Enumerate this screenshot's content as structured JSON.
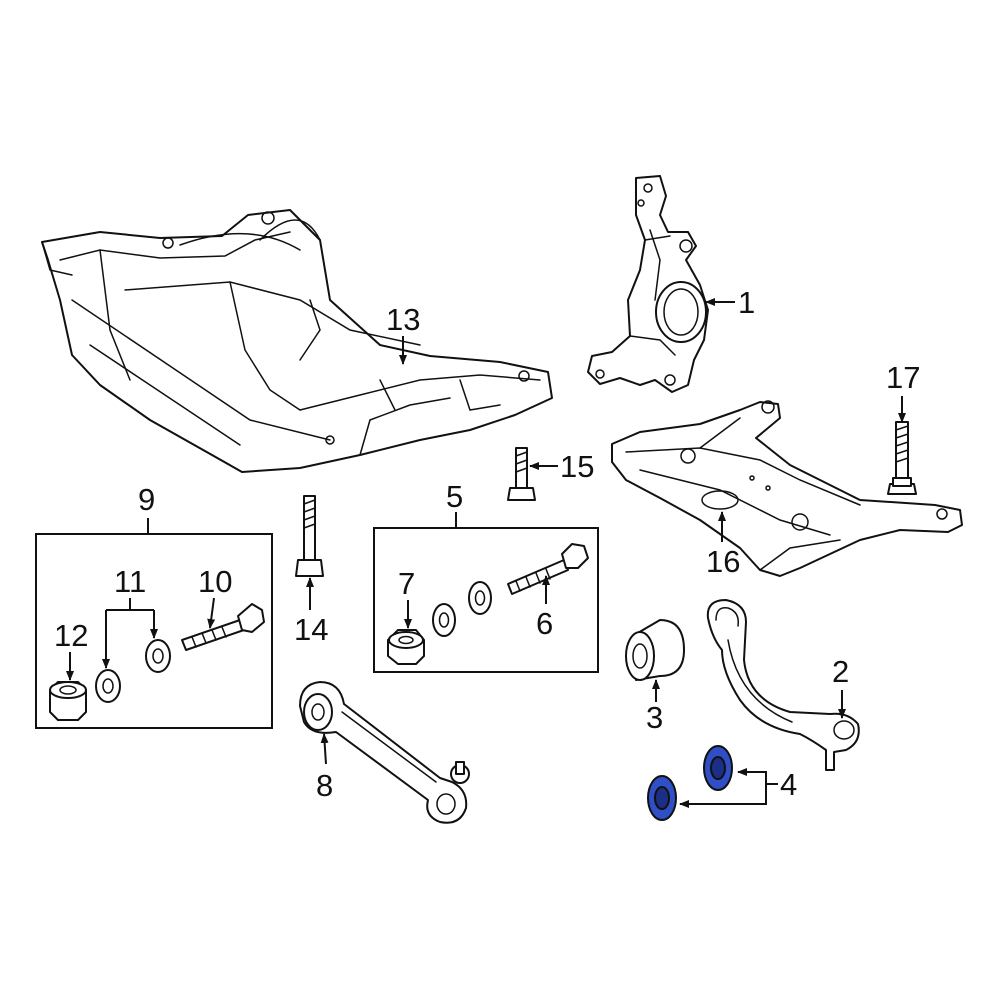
{
  "callouts": {
    "c1": "1",
    "c2": "2",
    "c3": "3",
    "c4": "4",
    "c5": "5",
    "c6": "6",
    "c7": "7",
    "c8": "8",
    "c9": "9",
    "c10": "10",
    "c11": "11",
    "c12": "12",
    "c13": "13",
    "c14": "14",
    "c15": "15",
    "c16": "16",
    "c17": "17"
  },
  "colors": {
    "line": "#111111",
    "highlight_fill": "#2f4fc7",
    "highlight_inner": "#1c2f86",
    "background": "#ffffff"
  },
  "highlighted_parts": [
    "4"
  ]
}
